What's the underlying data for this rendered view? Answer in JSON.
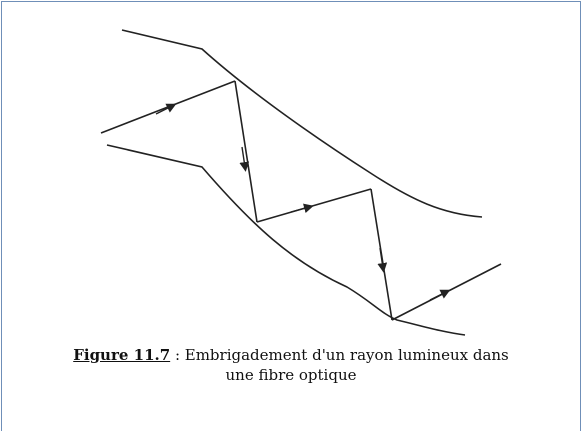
{
  "figure": {
    "label": "Figure 11.7",
    "caption_line1": " : Embrigadement d'un rayon lumineux dans",
    "caption_line2": "une fibre optique"
  }
}
